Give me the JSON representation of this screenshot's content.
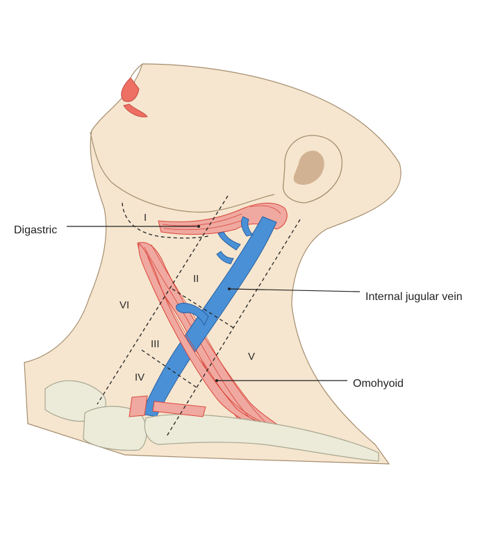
{
  "labels": {
    "digastric": "Digastric",
    "internal_jugular_vein": "Internal jugular vein",
    "omohyoid": "Omohyoid"
  },
  "levels": {
    "I": "I",
    "II": "II",
    "III": "III",
    "IV": "IV",
    "V": "V",
    "VI": "VI"
  },
  "colors": {
    "skin": "#f6e6cf",
    "skin_outline": "#a48d6e",
    "muscle": "#f0a9a0",
    "muscle_line": "#d9453a",
    "vein": "#4a90d6",
    "vein_outline": "#2a5f9e",
    "bone": "#ecebd9",
    "bone_outline": "#a7a690",
    "lip": "#ee6f63",
    "ear_inner": "#caa989"
  }
}
